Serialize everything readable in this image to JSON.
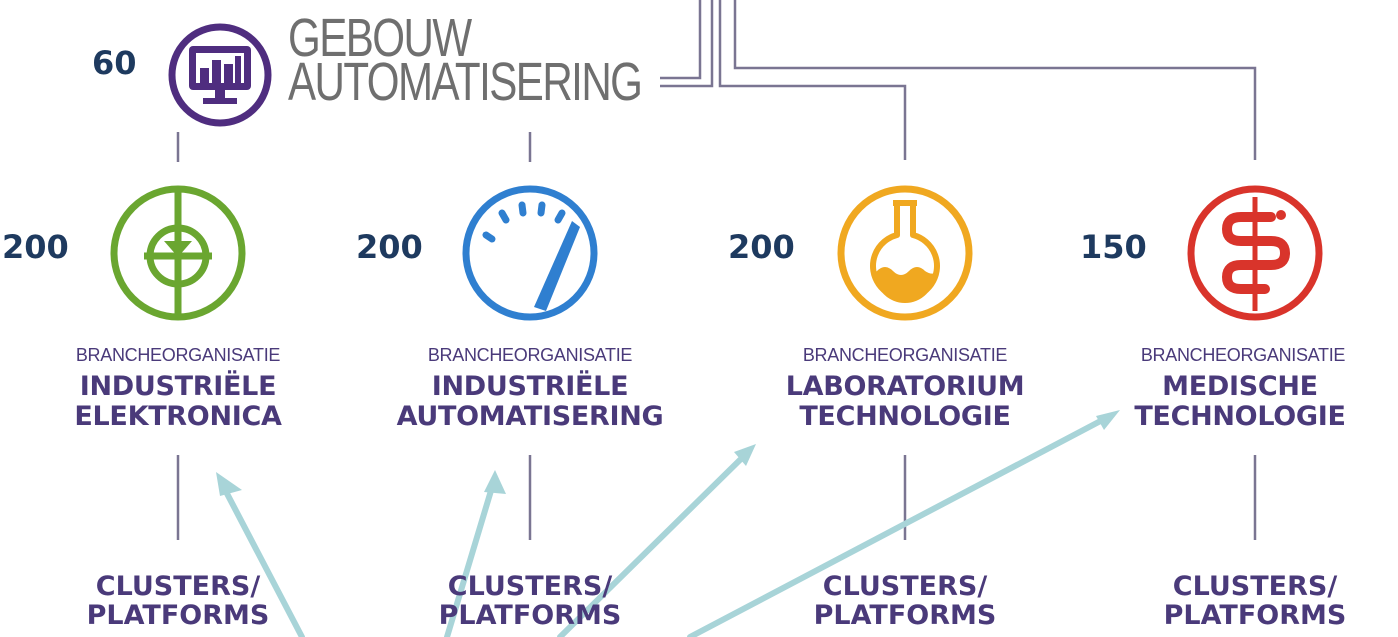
{
  "top": {
    "count": "60",
    "title_line1": "GEBOUW",
    "title_line2": "AUTOMATISERING",
    "color": "#4f2d7f"
  },
  "orgs": [
    {
      "count": "200",
      "prefix": "BRANCHEORGANISATIE",
      "name_line1": "INDUSTRIËLE",
      "name_line2": "ELEKTRONICA",
      "cluster_line1": "CLUSTERS/",
      "cluster_line2": "PLATFORMS",
      "icon": "electronics-diode-icon",
      "color": "#6aa630"
    },
    {
      "count": "200",
      "prefix": "BRANCHEORGANISATIE",
      "name_line1": "INDUSTRIËLE",
      "name_line2": "AUTOMATISERING",
      "cluster_line1": "CLUSTERS/",
      "cluster_line2": "PLATFORMS",
      "icon": "gauge-icon",
      "color": "#2f7fd0"
    },
    {
      "count": "200",
      "prefix": "BRANCHEORGANISATIE",
      "name_line1": "LABORATORIUM",
      "name_line2": "TECHNOLOGIE",
      "cluster_line1": "CLUSTERS/",
      "cluster_line2": "PLATFORMS",
      "icon": "flask-icon",
      "color": "#f0a820"
    },
    {
      "count": "150",
      "prefix": "BRANCHEORGANISATIE",
      "name_line1": "MEDISCHE",
      "name_line2": "TECHNOLOGIE",
      "cluster_line1": "CLUSTERS/",
      "cluster_line2": "PLATFORMS",
      "icon": "caduceus-snake-icon",
      "color": "#d9342b"
    }
  ],
  "colors": {
    "label": "#4a3a7a",
    "connector": "#7a7592",
    "arrow": "#a8d4d8"
  }
}
